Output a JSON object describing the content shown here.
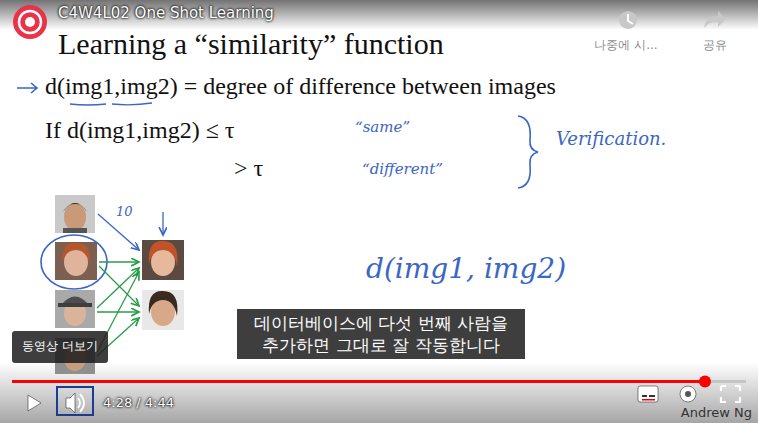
{
  "diagram": {
    "title": "C4W4L02 One Shot Learning",
    "nodes": [
      {
        "text": [
          "데이터베이스에 다섯 번째 사람을 추가하면 그대로 잘 작동합니다"
        ]
      },
      {
        "text": [
          "동영상 더보기"
        ]
      }
    ],
    "labels": [
      "Learning a “similarity” function",
      "d(img1,img2) = degree of difference between images",
      "If d(img1,img2) ≤ τ",
      "> τ",
      "“same”",
      "“different”",
      "Verification.",
      "10",
      "d(img1, img2)",
      "나중에 시...",
      "공유",
      "4:28 / 4:44",
      "Andrew Ng"
    ]
  }
}
